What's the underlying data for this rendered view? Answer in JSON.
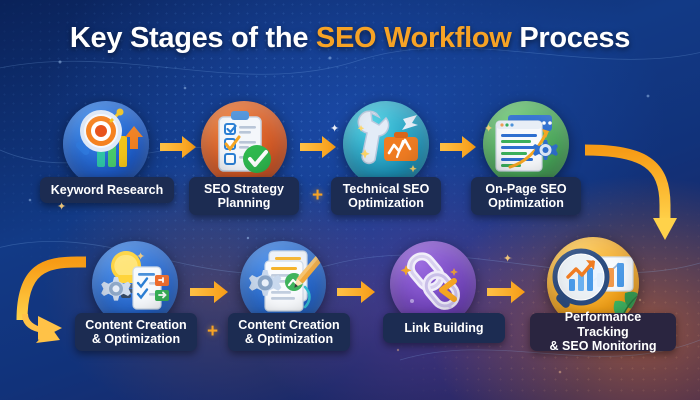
{
  "title": {
    "part1": "Key Stages of the ",
    "highlight": "SEO Workflow",
    "part2": " Process",
    "full": "Key Stages of the SEO Workflow Process",
    "highlight_color": "#f7a325",
    "base_color": "#ffffff"
  },
  "theme": {
    "background_start": "#0a2259",
    "background_mid": "#123a86",
    "background_end": "#261f55",
    "arrow_color": "#f9a825",
    "label_bg": "#1c2c52",
    "label_bg_warm": "#2a2540",
    "label_text": "#ffffff",
    "plus_color": "#f7a325"
  },
  "flow": {
    "row1_label": "Row 1 left to right",
    "row2_label": "Row 2 left to right",
    "connector_down_right": "curved-arrow-down",
    "connector_left_in": "curved-arrow-right"
  },
  "steps": [
    {
      "index": 1,
      "label": "Keyword Research",
      "icon": "magnifier-target-bargraph-icon",
      "circle_color": "#1b58c4",
      "circle_color2": "#2f7ae0",
      "row": 1
    },
    {
      "index": 2,
      "label": "SEO Strategy\nPlanning",
      "icon": "clipboard-checklist-check-icon",
      "circle_color": "#cf5321",
      "circle_color2": "#e4702f",
      "row": 1
    },
    {
      "index": 3,
      "label": "Technical SEO\nOptimization",
      "icon": "wrench-toolbox-code-icon",
      "circle_color": "#1a8fb5",
      "circle_color2": "#35c0d8",
      "row": 1
    },
    {
      "index": 4,
      "label": "On-Page SEO\nOptimization",
      "icon": "webpage-gear-icon",
      "circle_color": "#3f9b4e",
      "circle_color2": "#63c36e",
      "row": 1
    },
    {
      "index": 5,
      "label": "Content Creation\n& Optimization",
      "icon": "lightbulb-gear-checklist-icon",
      "circle_color": "#2060c8",
      "circle_color2": "#3f86e6",
      "row": 2
    },
    {
      "index": 6,
      "label": "Content Creation\n& Optimization",
      "icon": "document-pencil-gear-icon",
      "circle_color": "#1f5fc4",
      "circle_color2": "#3c82e2",
      "row": 2
    },
    {
      "index": 7,
      "label": "Link Building",
      "icon": "chain-link-code-icon",
      "circle_color": "#6d3fb8",
      "circle_color2": "#8f5fd8",
      "row": 2
    },
    {
      "index": 8,
      "label": "Performance Tracking\n& SEO Monitoring",
      "icon": "magnifier-growth-chart-icon",
      "circle_color": "#f0a019",
      "circle_color2": "#ffc34a",
      "row": 2
    }
  ],
  "separators": [
    {
      "symbol": "+",
      "after_step": 2
    },
    {
      "symbol": "+",
      "after_step": 5
    }
  ]
}
